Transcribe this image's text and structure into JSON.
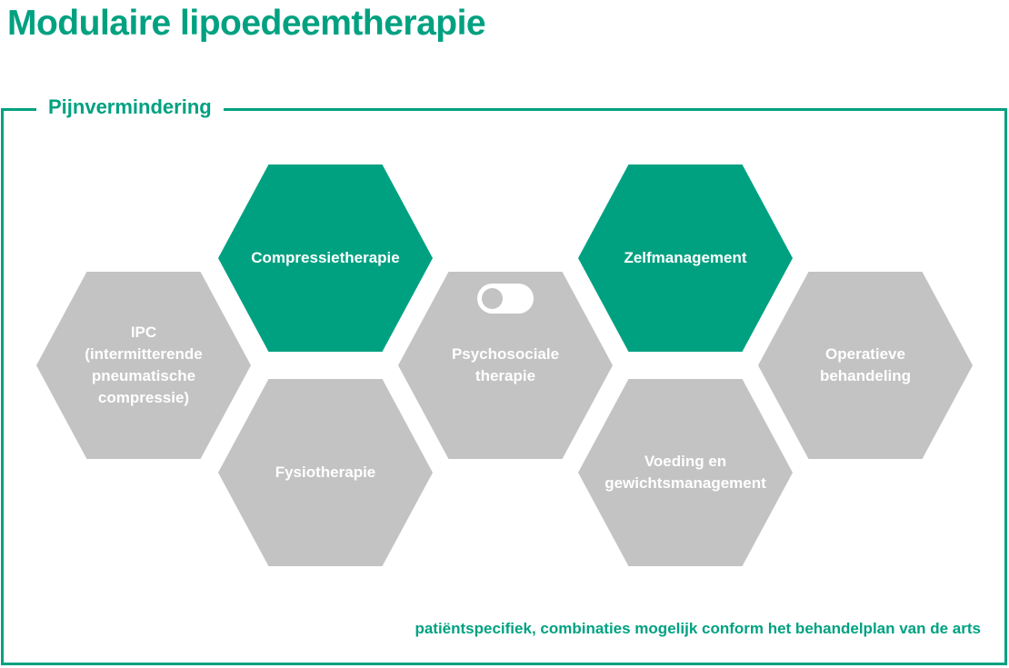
{
  "title": "Modulaire lipoedeemtherapie",
  "panel": {
    "label": "Pijnvermindering",
    "footnote": "patiëntspecifiek, combinaties mogelijk conform het behandelplan van de arts"
  },
  "colors": {
    "accent": "#00a181",
    "hex_gray": "#c3c3c3",
    "hex_text": "#ffffff"
  },
  "hexagons": [
    {
      "id": "compressietherapie",
      "label": "Compressietherapie",
      "variant": "accent"
    },
    {
      "id": "zelfmanagement",
      "label": "Zelfmanagement",
      "variant": "accent"
    },
    {
      "id": "ipc",
      "label": "IPC\n(intermitterende\npneumatische\ncompressie)",
      "variant": "gray"
    },
    {
      "id": "psychosociale-therapie",
      "label": "Psychosociale\ntherapie",
      "variant": "gray",
      "icon": "toggle-off-icon"
    },
    {
      "id": "operatieve-behandeling",
      "label": "Operatieve\nbehandeling",
      "variant": "gray"
    },
    {
      "id": "fysiotherapie",
      "label": "Fysiotherapie",
      "variant": "gray"
    },
    {
      "id": "voeding-en-gewichtsmanagement",
      "label": "Voeding en\ngewichtsmanagement",
      "variant": "gray"
    }
  ]
}
